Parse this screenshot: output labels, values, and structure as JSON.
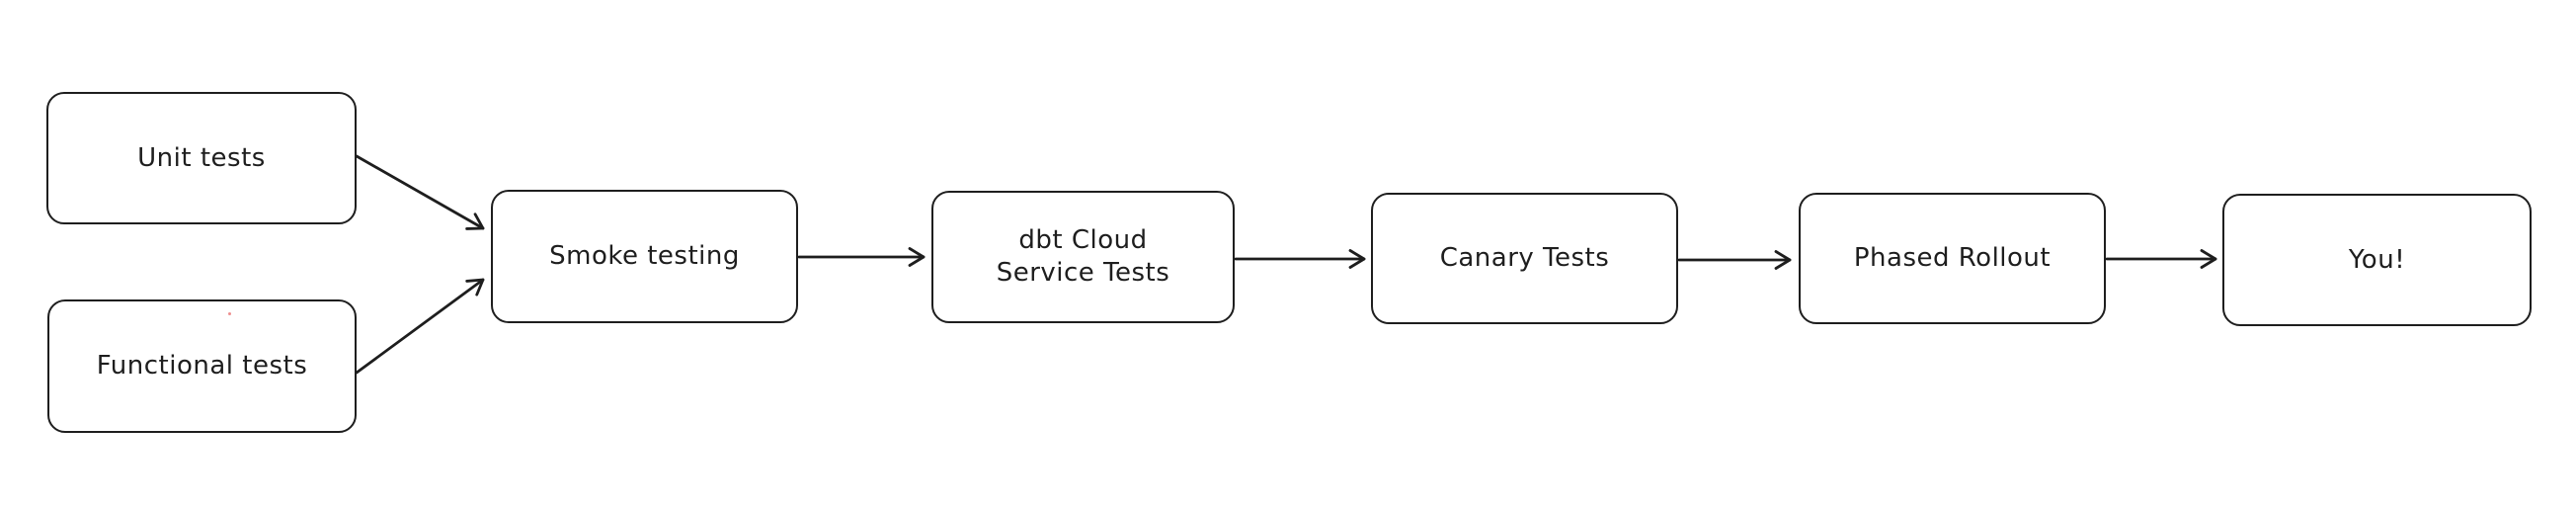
{
  "diagram": {
    "type": "flowchart",
    "style": "hand-drawn",
    "nodes": [
      {
        "id": "unit-tests",
        "label": "Unit tests"
      },
      {
        "id": "functional-tests",
        "label": "Functional tests"
      },
      {
        "id": "smoke-testing",
        "label": "Smoke testing"
      },
      {
        "id": "dbt-cloud-service-tests",
        "label": "dbt Cloud\nService Tests"
      },
      {
        "id": "canary-tests",
        "label": "Canary Tests"
      },
      {
        "id": "phased-rollout",
        "label": "Phased Rollout"
      },
      {
        "id": "you",
        "label": "You!"
      }
    ],
    "edges": [
      {
        "from": "unit-tests",
        "to": "smoke-testing"
      },
      {
        "from": "functional-tests",
        "to": "smoke-testing"
      },
      {
        "from": "smoke-testing",
        "to": "dbt-cloud-service-tests"
      },
      {
        "from": "dbt-cloud-service-tests",
        "to": "canary-tests"
      },
      {
        "from": "canary-tests",
        "to": "phased-rollout"
      },
      {
        "from": "phased-rollout",
        "to": "you"
      }
    ],
    "colors": {
      "stroke": "#1e1e1e",
      "node_fill": "#ffffff",
      "background": "#ffffff",
      "artifact_dot": "#e03131"
    }
  }
}
